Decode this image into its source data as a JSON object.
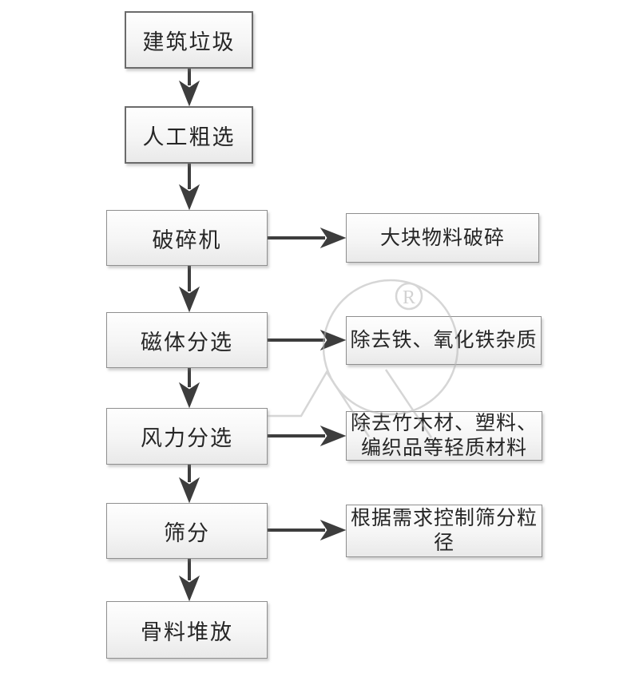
{
  "diagram": {
    "type": "flowchart",
    "language": "zh-CN",
    "background": "#ffffff",
    "main_flow": [
      {
        "label": "建筑垃圾"
      },
      {
        "label": "人工粗选"
      },
      {
        "label": "破碎机"
      },
      {
        "label": "磁体分选"
      },
      {
        "label": "风力分选"
      },
      {
        "label": "筛分"
      },
      {
        "label": "骨料堆放"
      }
    ],
    "annotations": [
      {
        "label": "大块物料破碎",
        "from": "破碎机"
      },
      {
        "label": "除去铁、氧化铁杂质",
        "from": "磁体分选"
      },
      {
        "label": "除去竹木材、塑料、编织品等轻质材料",
        "from": "风力分选"
      },
      {
        "label": "根据需求控制筛分粒径",
        "from": "筛分"
      }
    ],
    "watermark": {
      "registered_letter": "R"
    },
    "colors": {
      "box_border": "#8f8f8f",
      "box_fill_top": "#fefefe",
      "box_fill_bottom": "#e9e9e9",
      "arrow": "#3d3d3d",
      "text": "#262626",
      "watermark": "#b5b5b5"
    }
  }
}
